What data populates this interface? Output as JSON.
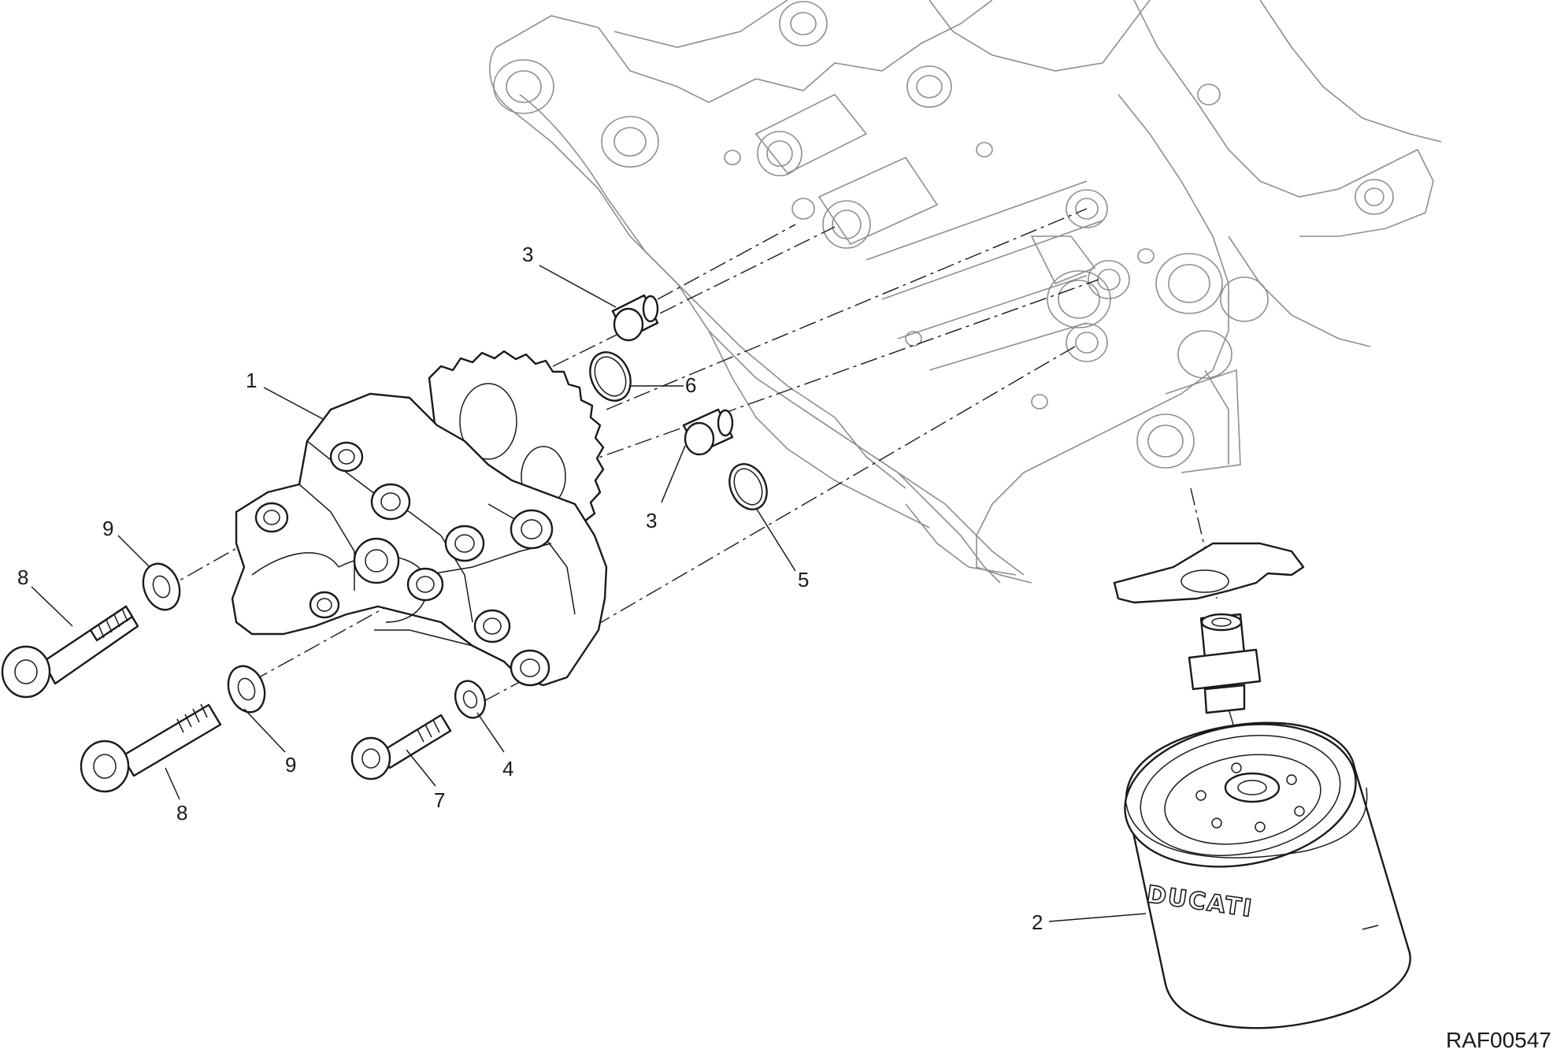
{
  "diagram": {
    "drawing_code": "RAF00547",
    "brand_mark": "DUCATI",
    "callouts": [
      {
        "id": "c1",
        "text": "1"
      },
      {
        "id": "c2",
        "text": "2"
      },
      {
        "id": "c3a",
        "text": "3"
      },
      {
        "id": "c3b",
        "text": "3"
      },
      {
        "id": "c4",
        "text": "4"
      },
      {
        "id": "c5",
        "text": "5"
      },
      {
        "id": "c6",
        "text": "6"
      },
      {
        "id": "c7",
        "text": "7"
      },
      {
        "id": "c8a",
        "text": "8"
      },
      {
        "id": "c8b",
        "text": "8"
      },
      {
        "id": "c9a",
        "text": "9"
      },
      {
        "id": "c9b",
        "text": "9"
      }
    ]
  },
  "colors": {
    "line": "#1a1a1a",
    "ghost_line": "#8e8e8e",
    "background": "#ffffff"
  }
}
